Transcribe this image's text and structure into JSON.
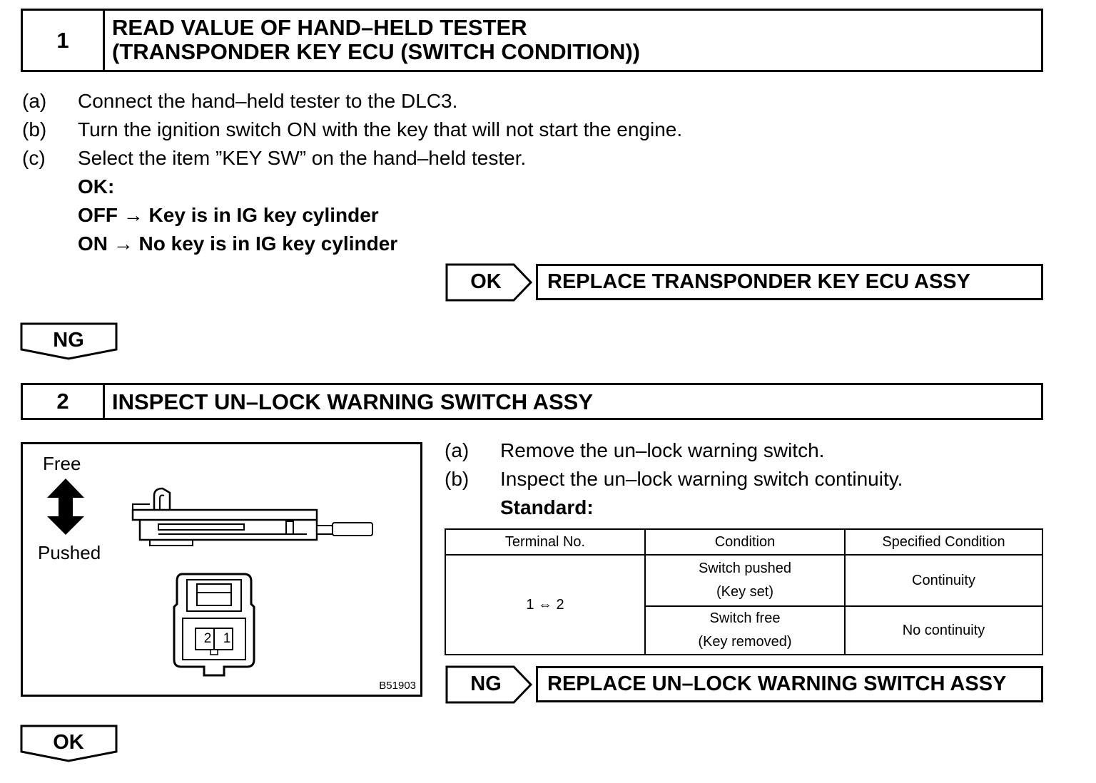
{
  "step1": {
    "number": "1",
    "title_line1": "READ VALUE OF HAND–HELD TESTER",
    "title_line2": "(TRANSPONDER KEY ECU (SWITCH CONDITION))",
    "items": [
      {
        "label": "(a)",
        "text": "Connect the hand–held tester to the DLC3."
      },
      {
        "label": "(b)",
        "text": "Turn the ignition switch ON with the key that will not start the engine."
      },
      {
        "label": "(c)",
        "text": "Select the item ”KEY SW” on the hand–held tester."
      }
    ],
    "ok_heading": "OK:",
    "ok_lines": [
      "OFF → Key is in IG key cylinder",
      "ON → No key is in IG key cylinder"
    ],
    "result_tag": "OK",
    "result_text": "REPLACE TRANSPONDER KEY ECU ASSY",
    "branch_tag": "NG"
  },
  "step2": {
    "number": "2",
    "title": "INSPECT UN–LOCK WARNING SWITCH ASSY",
    "figure": {
      "free_label": "Free",
      "pushed_label": "Pushed",
      "pin_left": "2",
      "pin_right": "1",
      "code": "B51903"
    },
    "items": [
      {
        "label": "(a)",
        "text": "Remove the un–lock warning switch."
      },
      {
        "label": "(b)",
        "text": "Inspect the un–lock warning switch continuity."
      }
    ],
    "standard_label": "Standard:",
    "table": {
      "headers": [
        "Terminal No.",
        "Condition",
        "Specified Condition"
      ],
      "terminal": "1 ⇔ 2",
      "rows": [
        {
          "condition_line1": "Switch pushed",
          "condition_line2": "(Key set)",
          "specified": "Continuity"
        },
        {
          "condition_line1": "Switch free",
          "condition_line2": "(Key removed)",
          "specified": "No continuity"
        }
      ]
    },
    "result_tag": "NG",
    "result_text": "REPLACE UN–LOCK WARNING SWITCH ASSY",
    "branch_tag": "OK"
  }
}
